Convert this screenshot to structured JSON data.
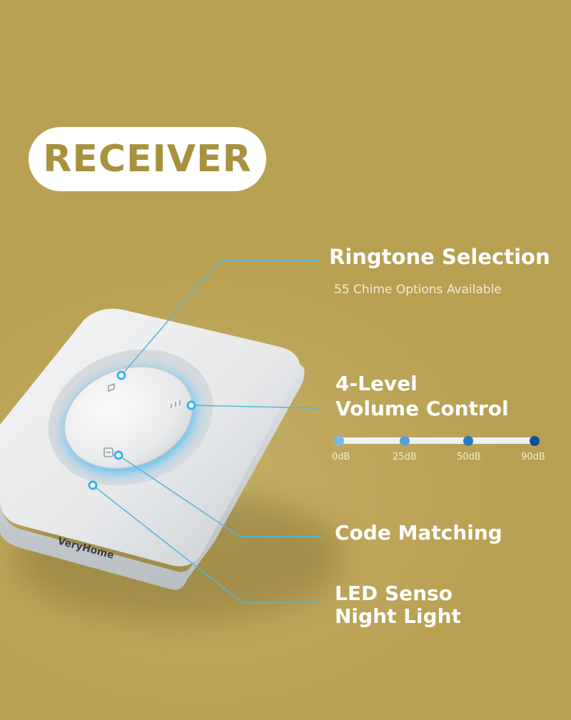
{
  "header": {
    "title": "RECEIVER"
  },
  "features": {
    "ringtone": {
      "title": "Ringtone Selection",
      "subtitle": "55 Chime Options Available"
    },
    "volume": {
      "line1": "4-Level",
      "line2": "Volume Control"
    },
    "code": {
      "title": "Code Matching"
    },
    "led": {
      "line1": "LED Senso",
      "line2": "Night Light"
    }
  },
  "volume_levels": [
    "0dB",
    "25dB",
    "50dB",
    "90dB"
  ],
  "device": {
    "brand": "VeryHome"
  },
  "colors": {
    "background": "#b8a052",
    "pill_text": "#a8913f",
    "callout_line": "#4fb8dc",
    "glow": "#36b4f0",
    "level_1": "#7fb6e6",
    "level_2": "#5a9fd8",
    "level_3": "#2f78c4",
    "level_4": "#0d4f9c"
  }
}
